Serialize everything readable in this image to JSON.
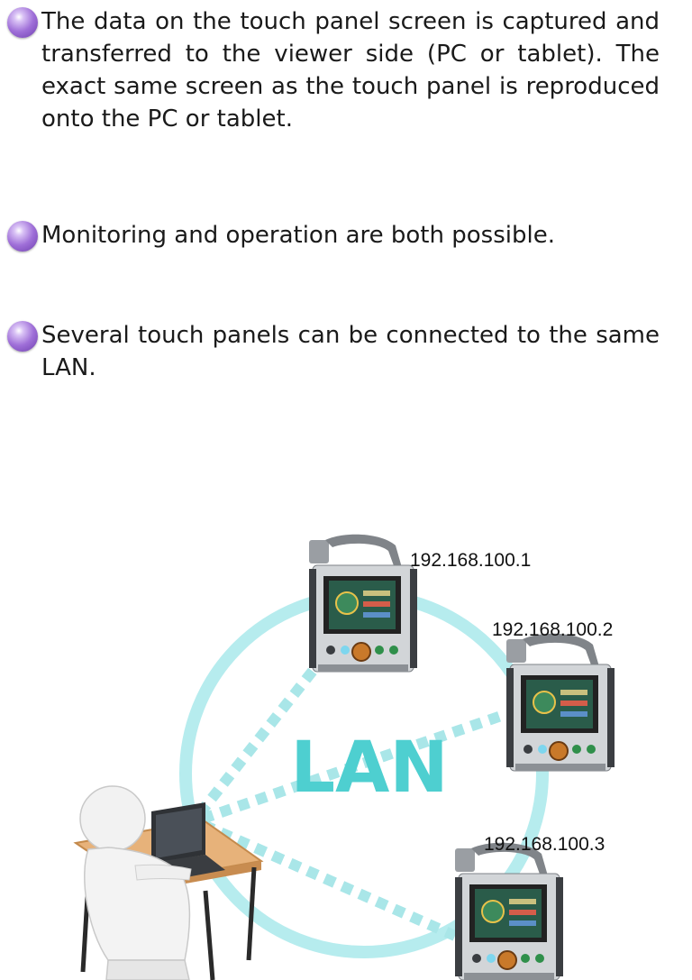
{
  "bullets": [
    "The data on the touch panel screen is captured and transferred to the viewer side (PC or tablet).  The exact same screen as the touch panel is reproduced onto the PC or tablet.",
    "Monitoring and operation are both possible.",
    "Several touch panels can be connected to the same LAN."
  ],
  "diagram": {
    "network_label": "LAN",
    "panels": [
      {
        "ip": "192.168.100.1"
      },
      {
        "ip": "192.168.100.2"
      },
      {
        "ip": "192.168.100.3"
      }
    ]
  },
  "colors": {
    "lan_ring": "#b6ecee",
    "lan_dashes": "#a9e6e8",
    "lan_text": "#4ecfd0",
    "bullet_dot": "#9f6fd8",
    "panel_screen": "#2a5c4a"
  }
}
